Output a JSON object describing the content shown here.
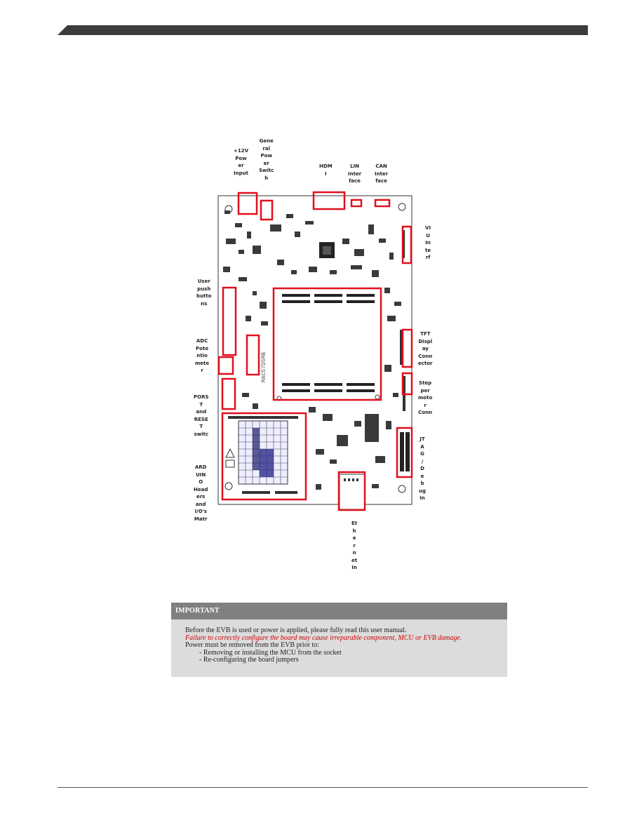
{
  "callouts": {
    "power_input": "+12V\nPow\ner\nInput",
    "power_switch": "Gene\nral\nPow\ner\nSwitc\nh",
    "hdmi": "HDM\nI",
    "lin": "LIN\nInter\nface",
    "can": "CAN\nInter\nface",
    "viu": "VI\nU\nIn\nte\nrf",
    "user_buttons": "User\npush\nbutto\nns",
    "adc": "ADC\nPote\nntio\nmete\nr",
    "porst": "PORS\nT\nand\nRESE\nT\nswitc",
    "arduino": "ARD\nUIN\nO\nHead\ners\nand\nI/O's\nMatr",
    "tft": "TFT\nDispl\nay\nConn\nector",
    "stepper": "Step\nper\nmoto\nr\nConn",
    "jtag": "JT\nA\nG\n/\nD\ne\nb\nug\nIn",
    "ethernet": "Et\nh\ne\nr\nn\net\nIn"
  },
  "important": {
    "title": "IMPORTANT",
    "line1": "Before the EVB is used or power is applied, please fully read this user manual.",
    "warning": "Failure to correctly configure the board may cause irreparable component, MCU or EVB damage.",
    "line3": "Power must be removed from the EVB prior to:",
    "item1": "- Removing or installing the MCU from the socket",
    "item2": "- Re-configuring the board jumpers"
  },
  "board": {
    "silk_text": "MAC57D5MB",
    "highlight_color": "#e0101e",
    "header_color": "#3c3c3c"
  }
}
